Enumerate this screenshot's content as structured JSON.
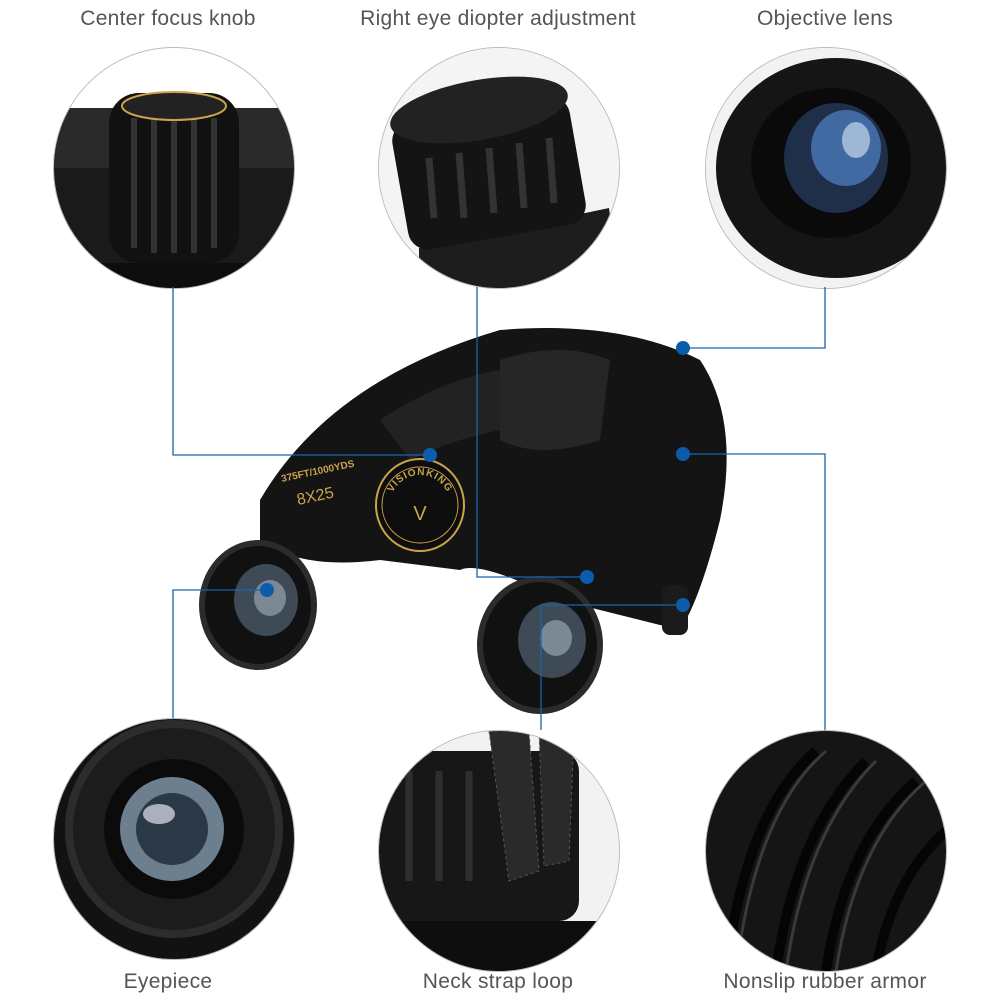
{
  "features": {
    "center_focus_knob": "Center focus knob",
    "right_eye_diopter": "Right eye diopter adjustment",
    "objective_lens": "Objective lens",
    "eyepiece": "Eyepiece",
    "neck_strap_loop": "Neck strap loop",
    "nonslip_armor": "Nonslip rubber armor"
  },
  "product": {
    "spec_field": "375FT/1000YDS",
    "spec_magnification": "8X25",
    "brand_logo_text": "VISIONKING"
  },
  "colors": {
    "callout_line": "#1b63ad",
    "callout_dot": "#0b5cab",
    "body": "#151515",
    "gold": "#c9a44a"
  }
}
